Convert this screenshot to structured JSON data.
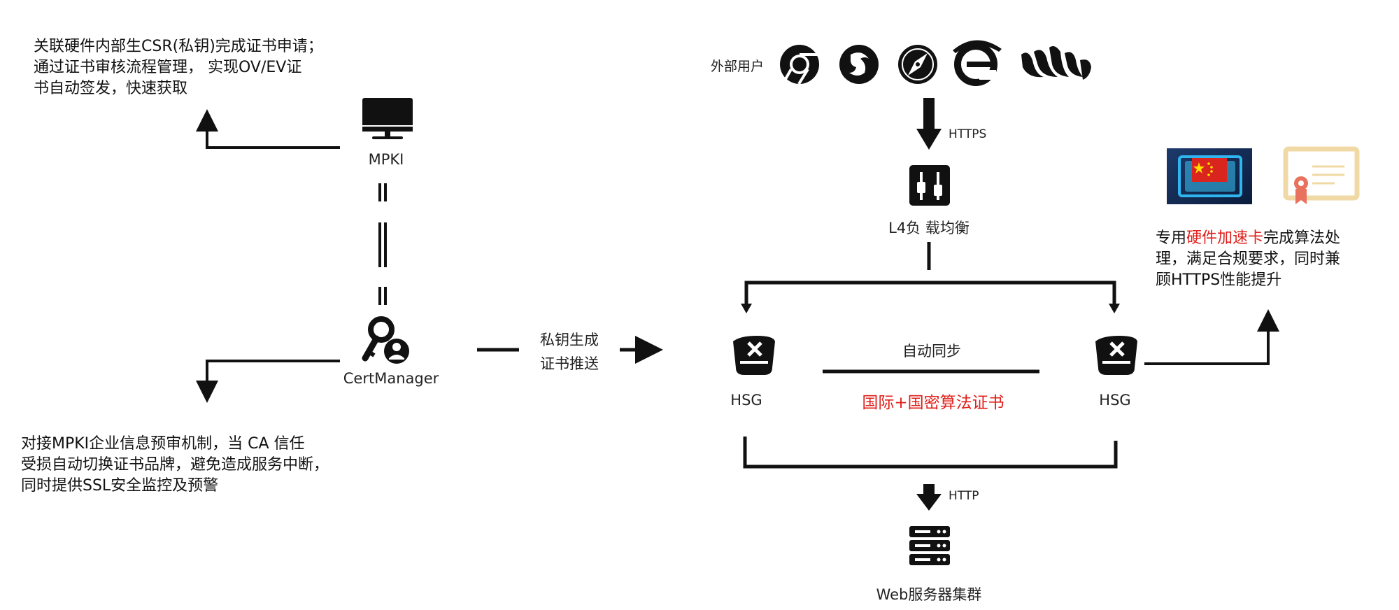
{
  "mpki": {
    "label": "MPKI",
    "note_lines": [
      "关联硬件内部生CSR(私钥)完成证书申请；",
      "通过证书审核流程管理， 实现OV/EV证",
      "书自动签发，快速获取"
    ]
  },
  "certmanager": {
    "label": "CertManager",
    "note_lines": [
      "对接MPKI企业信息预审机制，当 CA 信任",
      "受损自动切换证书品牌，避免造成服务中断，",
      "同时提供SSL安全监控及预警"
    ]
  },
  "push": {
    "line1": "私钥生成",
    "line2": "证书推送"
  },
  "external_users": {
    "label": "外部用户",
    "browsers": [
      "chrome-icon",
      "firefox-icon",
      "safari-icon",
      "ie-icon",
      "uc-icon"
    ]
  },
  "https_label": "HTTPS",
  "http_label": "HTTP",
  "load_balancer": {
    "label": "L4负 载均衡"
  },
  "hsg_left": {
    "label": "HSG"
  },
  "hsg_right": {
    "label": "HSG"
  },
  "sync": {
    "label": "自动同步",
    "cert_label": "国际+国密算法证书"
  },
  "web_cluster": {
    "label": "Web服务器集群"
  },
  "hardware_note": {
    "line1_prefix": "专用",
    "line1_highlight": "硬件加速卡",
    "line1_suffix": "完成算法处",
    "line2": "理，满足合规要求，同时兼",
    "line3": "顾HTTPS性能提升"
  },
  "colors": {
    "accent_red": "#e0201b",
    "stroke": "#111111",
    "chip_glow": "#2fb6f0",
    "cert_border": "#f0d9a4",
    "ribbon": "#e9725f"
  }
}
